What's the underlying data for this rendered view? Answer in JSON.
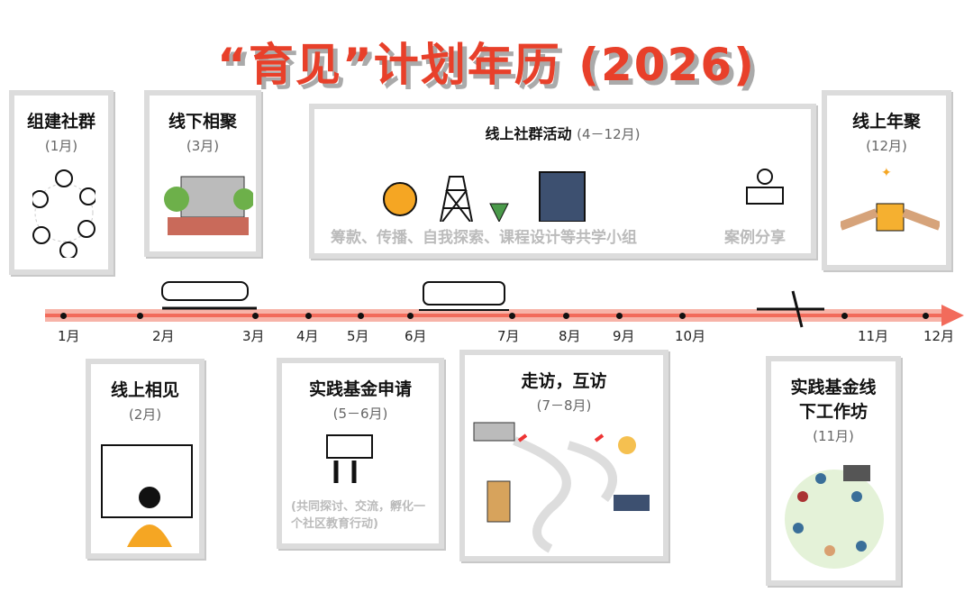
{
  "title": "“育见”计划年历 (2026)",
  "timeline": {
    "months": [
      "1月",
      "2月",
      "3月",
      "4月",
      "5月",
      "6月",
      "7月",
      "8月",
      "9月",
      "10月",
      "11月",
      "12月"
    ]
  },
  "events_top": [
    {
      "title": "组建社群",
      "period": "(1月)"
    },
    {
      "title": "线下相聚",
      "period": "(3月)"
    },
    {
      "title": "线上社群活动",
      "period": "(4－12月)",
      "activities": "筹款、传播、自我探索、课程设计等共学小组",
      "sharing": "案例分享"
    },
    {
      "title": "线上年聚",
      "period": "(12月)"
    }
  ],
  "events_bottom": [
    {
      "title": "线上相见",
      "period": "(2月)"
    },
    {
      "title": "实践基金申请",
      "period": "(5－6月)",
      "note": "(共同探讨、交流，孵化一个社区教育行动)"
    },
    {
      "title": "走访，互访",
      "period": "(7－8月)"
    },
    {
      "title": "实践基金线下工作坊",
      "period": "(11月)"
    }
  ],
  "colors": {
    "title": "#e8402a",
    "timeline": "#f26b5b"
  }
}
